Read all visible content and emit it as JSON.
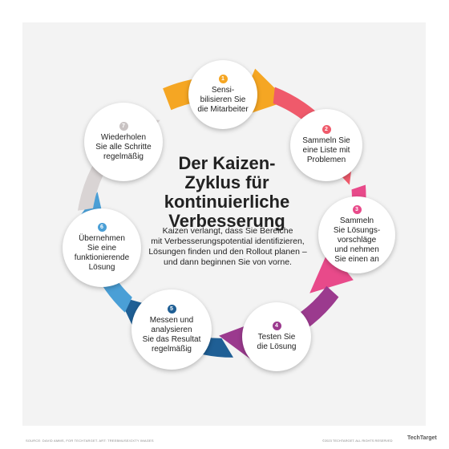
{
  "title": "Der Kaizen-\nZyklus für\nkontinuierliche\nVerbesserung",
  "description": "Kaizen verlangt, dass Sie Bereiche\nmit Verbesserungspotential identifizieren,\nLösungen finden und den Rollout planen –\nund dann beginnen Sie von vorne.",
  "steps": [
    {
      "number": "1",
      "text": "Sensi-\nbilisieren Sie\ndie Mitarbeiter",
      "color": "#f5a623"
    },
    {
      "number": "2",
      "text": "Sammeln Sie\neine Liste mit\nProblemen",
      "color": "#ef5a6b"
    },
    {
      "number": "3",
      "text": "Sammeln\nSie Lösungs-\nvorschläge\nund nehmen\nSie einen an",
      "color": "#e84a8a"
    },
    {
      "number": "4",
      "text": "Testen Sie\ndie Lösung",
      "color": "#9b3a8e"
    },
    {
      "number": "5",
      "text": "Messen und\nanalysieren\nSie das Resultat\nregelmäßig",
      "color": "#1f5f95"
    },
    {
      "number": "6",
      "text": "Übernehmen\nSie eine\nfunktionierende\nLösung",
      "color": "#4a9fd6"
    },
    {
      "number": "7",
      "text": "Wiederholen\nSie alle Schritte\nregelmäßig",
      "color": "#d9d4d4"
    }
  ],
  "footer": {
    "source": "SOURCE: DAVID AMMS, FOR TECHTARGET. ART: TREEBMUSE/OXTY IMAGES",
    "copyright": "©2023 TECHTARGET. ALL RIGHTS RESERVED",
    "logo": "TechTarget"
  }
}
